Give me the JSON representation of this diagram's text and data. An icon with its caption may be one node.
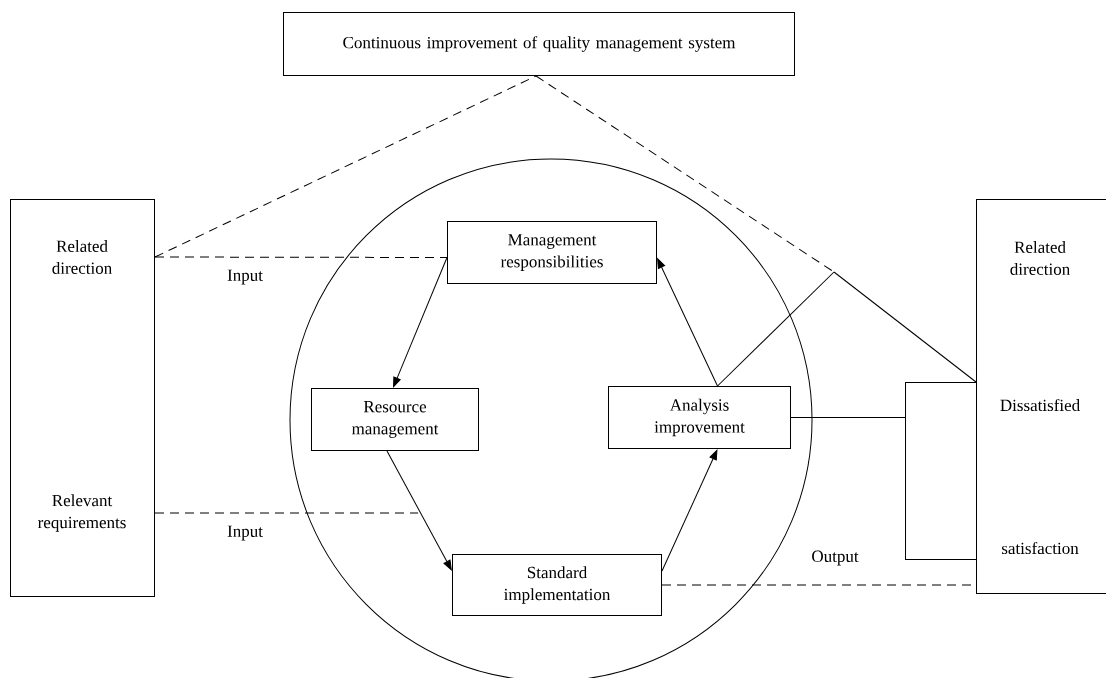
{
  "diagram": {
    "nodes": [
      {
        "text": [
          "Continuous improvement of quality management system"
        ]
      },
      {
        "text": [
          "Related direction",
          "Relevant requirements"
        ]
      },
      {
        "text": [],
        "shape": "circle"
      },
      {
        "text": [
          "Management responsibilities"
        ],
        "in": 2
      },
      {
        "text": [
          "Resource management"
        ],
        "in": 2
      },
      {
        "text": [
          "Analysis improvement"
        ],
        "in": 2
      },
      {
        "text": [
          "Standard implementation"
        ],
        "in": 2
      },
      {
        "text": [
          "Related direction",
          "Dissatisfied",
          "satisfaction"
        ]
      },
      {
        "text": [],
        "shape": "box"
      }
    ],
    "edges": [
      {
        "from": 3,
        "to": 4,
        "arrow": "to"
      },
      {
        "from": 4,
        "to": 6,
        "arrow": "to"
      },
      {
        "from": 6,
        "to": 5,
        "arrow": "to"
      },
      {
        "from": 5,
        "to": 3,
        "arrow": "to"
      },
      {
        "from": 1,
        "to": 3,
        "arrow": "none",
        "style": "dashed",
        "label": "Input"
      },
      {
        "from": 1,
        "to": null,
        "arrow": "none",
        "style": "dashed",
        "label": "Input"
      },
      {
        "from": 6,
        "to": 7,
        "arrow": "none",
        "style": "dashed",
        "label": "Output"
      },
      {
        "from": 5,
        "to": 8,
        "arrow": "none"
      },
      {
        "from": 1,
        "to": 0,
        "arrow": "none",
        "style": "dashed"
      },
      {
        "from": 0,
        "to": 7,
        "arrow": "none",
        "style": "dashed"
      },
      {
        "from": 5,
        "to": 7,
        "arrow": "none"
      }
    ]
  }
}
